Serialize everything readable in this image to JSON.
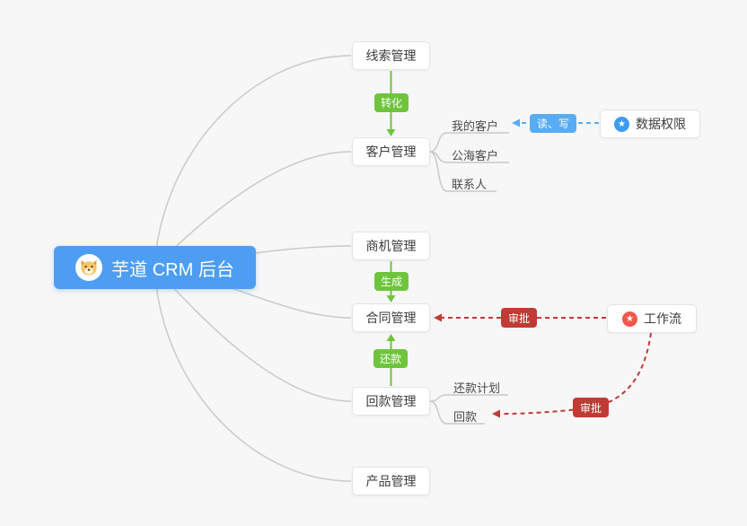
{
  "diagram": {
    "root": {
      "label": "芋道 CRM 后台",
      "icon": "dog-face"
    },
    "modules": [
      {
        "id": "leads",
        "label": "线索管理"
      },
      {
        "id": "customer",
        "label": "客户管理"
      },
      {
        "id": "opportunity",
        "label": "商机管理"
      },
      {
        "id": "contract",
        "label": "合同管理"
      },
      {
        "id": "receivable",
        "label": "回款管理"
      },
      {
        "id": "product",
        "label": "产品管理"
      }
    ],
    "customer_children": [
      "我的客户",
      "公海客户",
      "联系人"
    ],
    "receivable_children": [
      "还款计划",
      "回款"
    ],
    "side_nodes": [
      {
        "id": "data-permission",
        "label": "数据权限",
        "icon": "star-blue"
      },
      {
        "id": "workflow",
        "label": "工作流",
        "icon": "star-red"
      }
    ],
    "edge_labels": {
      "convert": "转化",
      "generate": "生成",
      "repay": "还款",
      "read_write": "读、写",
      "approve_contract": "审批",
      "approve_receivable": "审批"
    },
    "colors": {
      "background": "#f7f7f8",
      "root_bg": "#4d9ef2",
      "green": "#6ec53c",
      "blue_badge": "#58acf3",
      "red": "#bf3b34",
      "star_blue": "#3e9bf4",
      "star_red": "#f1574d",
      "line_gray": "#c9c9c9"
    }
  }
}
